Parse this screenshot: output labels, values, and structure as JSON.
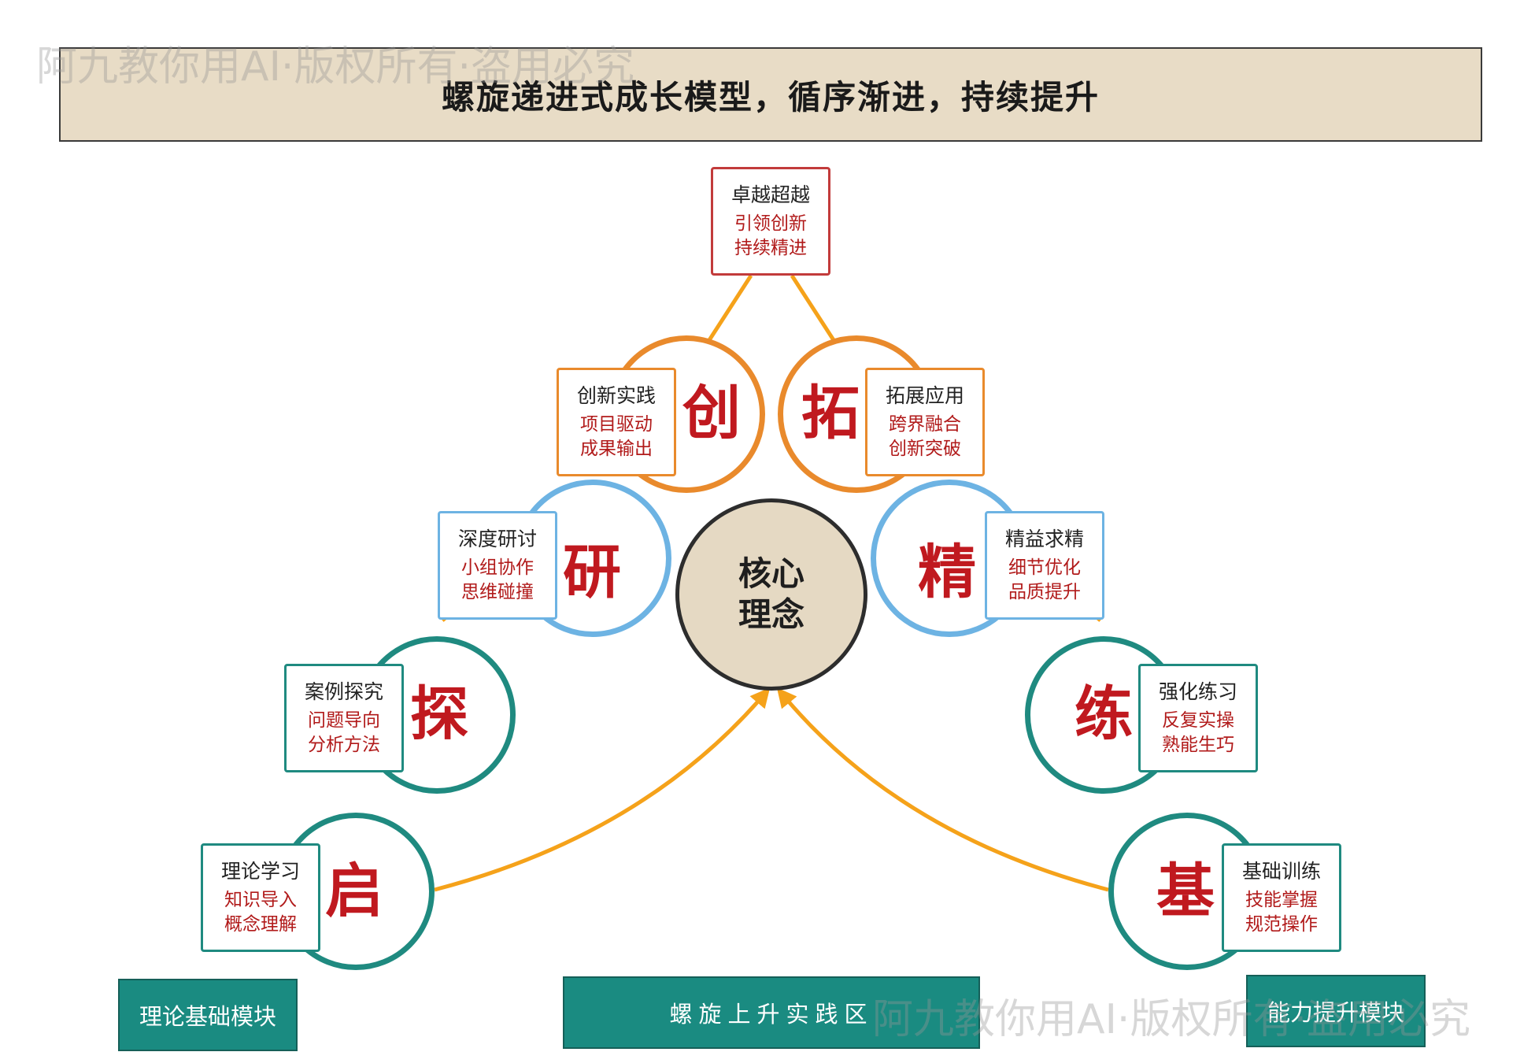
{
  "watermark": "阿九教你用AI·版权所有·盗用必究",
  "title": "螺旋递进式成长模型，循序渐进，持续提升",
  "core": {
    "line1": "核心",
    "line2": "理念"
  },
  "top_card": {
    "heading": "卓越超越",
    "line1": "引领创新",
    "line2": "持续精进"
  },
  "left_nodes": [
    {
      "char": "启",
      "heading": "理论学习",
      "line1": "知识导入",
      "line2": "概念理解"
    },
    {
      "char": "探",
      "heading": "案例探究",
      "line1": "问题导向",
      "line2": "分析方法"
    },
    {
      "char": "研",
      "heading": "深度研讨",
      "line1": "小组协作",
      "line2": "思维碰撞"
    },
    {
      "char": "创",
      "heading": "创新实践",
      "line1": "项目驱动",
      "line2": "成果输出"
    }
  ],
  "right_nodes": [
    {
      "char": "基",
      "heading": "基础训练",
      "line1": "技能掌握",
      "line2": "规范操作"
    },
    {
      "char": "练",
      "heading": "强化练习",
      "line1": "反复实操",
      "line2": "熟能生巧"
    },
    {
      "char": "精",
      "heading": "精益求精",
      "line1": "细节优化",
      "line2": "品质提升"
    },
    {
      "char": "拓",
      "heading": "拓展应用",
      "line1": "跨界融合",
      "line2": "创新突破"
    }
  ],
  "footer": {
    "left": "理论基础模块",
    "center": "螺旋上升实践区",
    "right": "能力提升模块"
  },
  "colors": {
    "teal": "#1f8a80",
    "blue": "#6db3e3",
    "orange": "#e98a2c",
    "arrow": "#f5a21a",
    "char_red": "#c0191f",
    "title_bg": "#e8dcc6",
    "core_bg": "#e5d9c3",
    "footer_bg": "#1a8b81"
  }
}
